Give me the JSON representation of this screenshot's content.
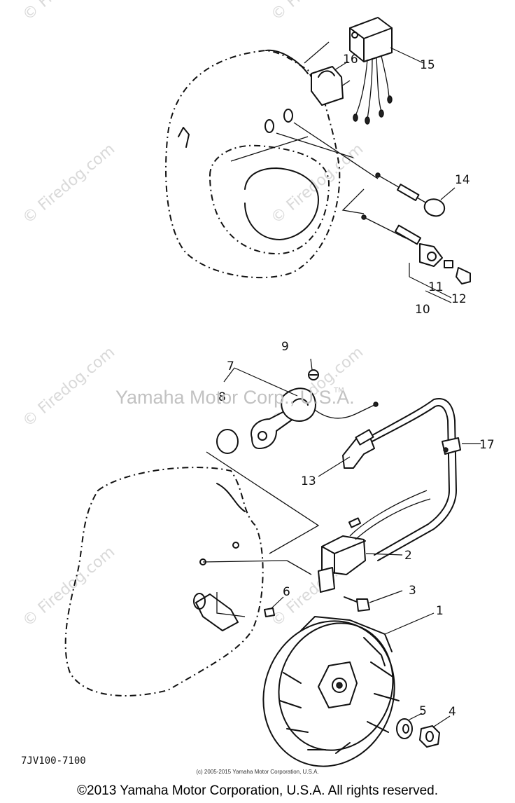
{
  "watermarks": {
    "firedog": "© Firedog.com",
    "center": "Yamaha Motor Corp., U.S.A.",
    "tm": "TM"
  },
  "callouts": {
    "p1": "1",
    "p2": "2",
    "p3": "3",
    "p4": "4",
    "p5": "5",
    "p6": "6",
    "p7": "7",
    "p8": "8",
    "p9": "9",
    "p10": "10",
    "p11": "11",
    "p12": "12",
    "p13": "13",
    "p14": "14",
    "p15": "15",
    "p16": "16",
    "p17": "17"
  },
  "part_code": "7JV100-7100",
  "small_copyright": "(c) 2005-2015 Yamaha Motor Corporation, U.S.A.",
  "footer_copyright": "©2013 Yamaha Motor Corporation, U.S.A. All rights reserved."
}
